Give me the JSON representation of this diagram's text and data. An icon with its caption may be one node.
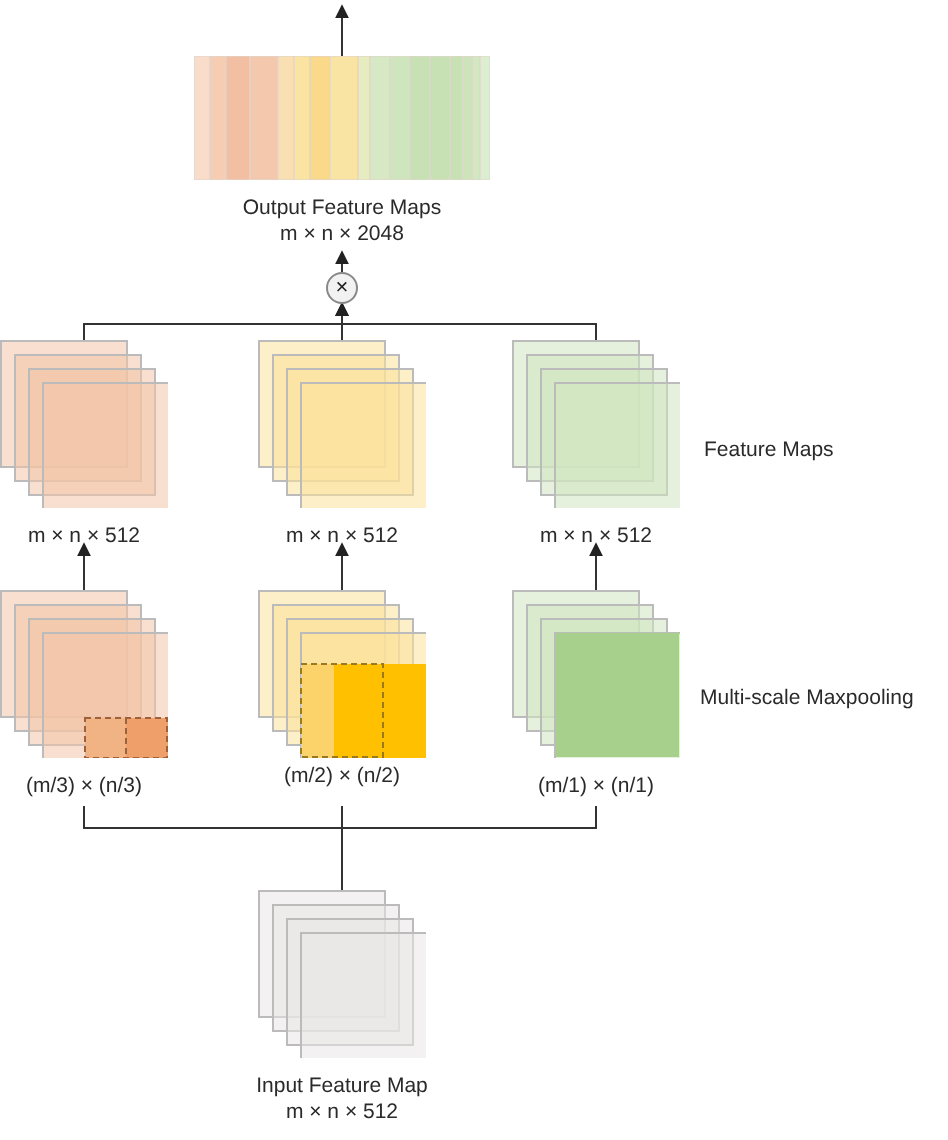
{
  "diagram": {
    "nodes": [
      {
        "text": [
          "Output Feature Maps",
          "m × n × 2048"
        ]
      },
      {
        "text": [
          "×"
        ]
      },
      {
        "text": [
          "m × n × 512"
        ]
      },
      {
        "text": [
          "m × n × 512"
        ]
      },
      {
        "text": [
          "m × n × 512"
        ]
      },
      {
        "text": [
          "(m/3) × (n/3)"
        ]
      },
      {
        "text": [
          "(m/2) × (n/2)"
        ]
      },
      {
        "text": [
          "(m/1) × (n/1)"
        ]
      },
      {
        "text": [
          "Input Feature Map",
          "m × n × 512"
        ]
      }
    ],
    "edges": [
      {
        "from": 0,
        "to": null,
        "arrow": "to"
      },
      {
        "from": 1,
        "to": 0,
        "arrow": "to"
      },
      {
        "from": 2,
        "to": 1,
        "arrow": "to"
      },
      {
        "from": 3,
        "to": 1,
        "arrow": "to"
      },
      {
        "from": 4,
        "to": 1,
        "arrow": "to"
      },
      {
        "from": 5,
        "to": 2,
        "arrow": "to"
      },
      {
        "from": 6,
        "to": 3,
        "arrow": "to"
      },
      {
        "from": 7,
        "to": 4,
        "arrow": "to"
      },
      {
        "from": 8,
        "to": 5,
        "arrow": "none"
      },
      {
        "from": 8,
        "to": 6,
        "arrow": "none"
      },
      {
        "from": 8,
        "to": 7,
        "arrow": "none"
      }
    ],
    "labels": [
      "Feature Maps",
      "Multi-scale Maxpooling"
    ]
  }
}
